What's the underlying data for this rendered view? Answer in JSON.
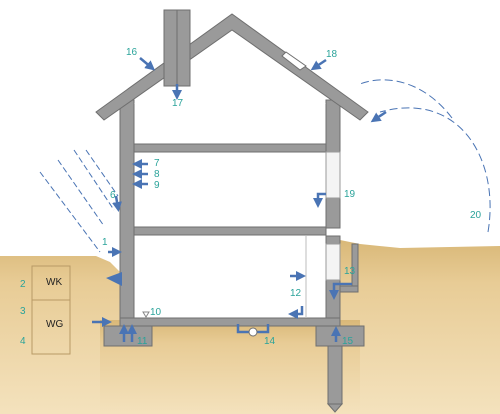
{
  "colors": {
    "soil": "#e8cc96",
    "soil_dark": "#d9b878",
    "wall": "#9a9a9a",
    "arrow": "#4a74b4",
    "number": "#2aa39a"
  },
  "labels": {
    "wk": "WK",
    "wg": "WG"
  },
  "numbers": {
    "n1": "1",
    "n2": "2",
    "n3": "3",
    "n4": "4",
    "n6": "6",
    "n7": "7",
    "n8": "8",
    "n9": "9",
    "n10": "10",
    "n11": "11",
    "n12": "12",
    "n13": "13",
    "n14": "14",
    "n15": "15",
    "n16": "16",
    "n17": "17",
    "n18": "18",
    "n19": "19",
    "n20": "20"
  }
}
